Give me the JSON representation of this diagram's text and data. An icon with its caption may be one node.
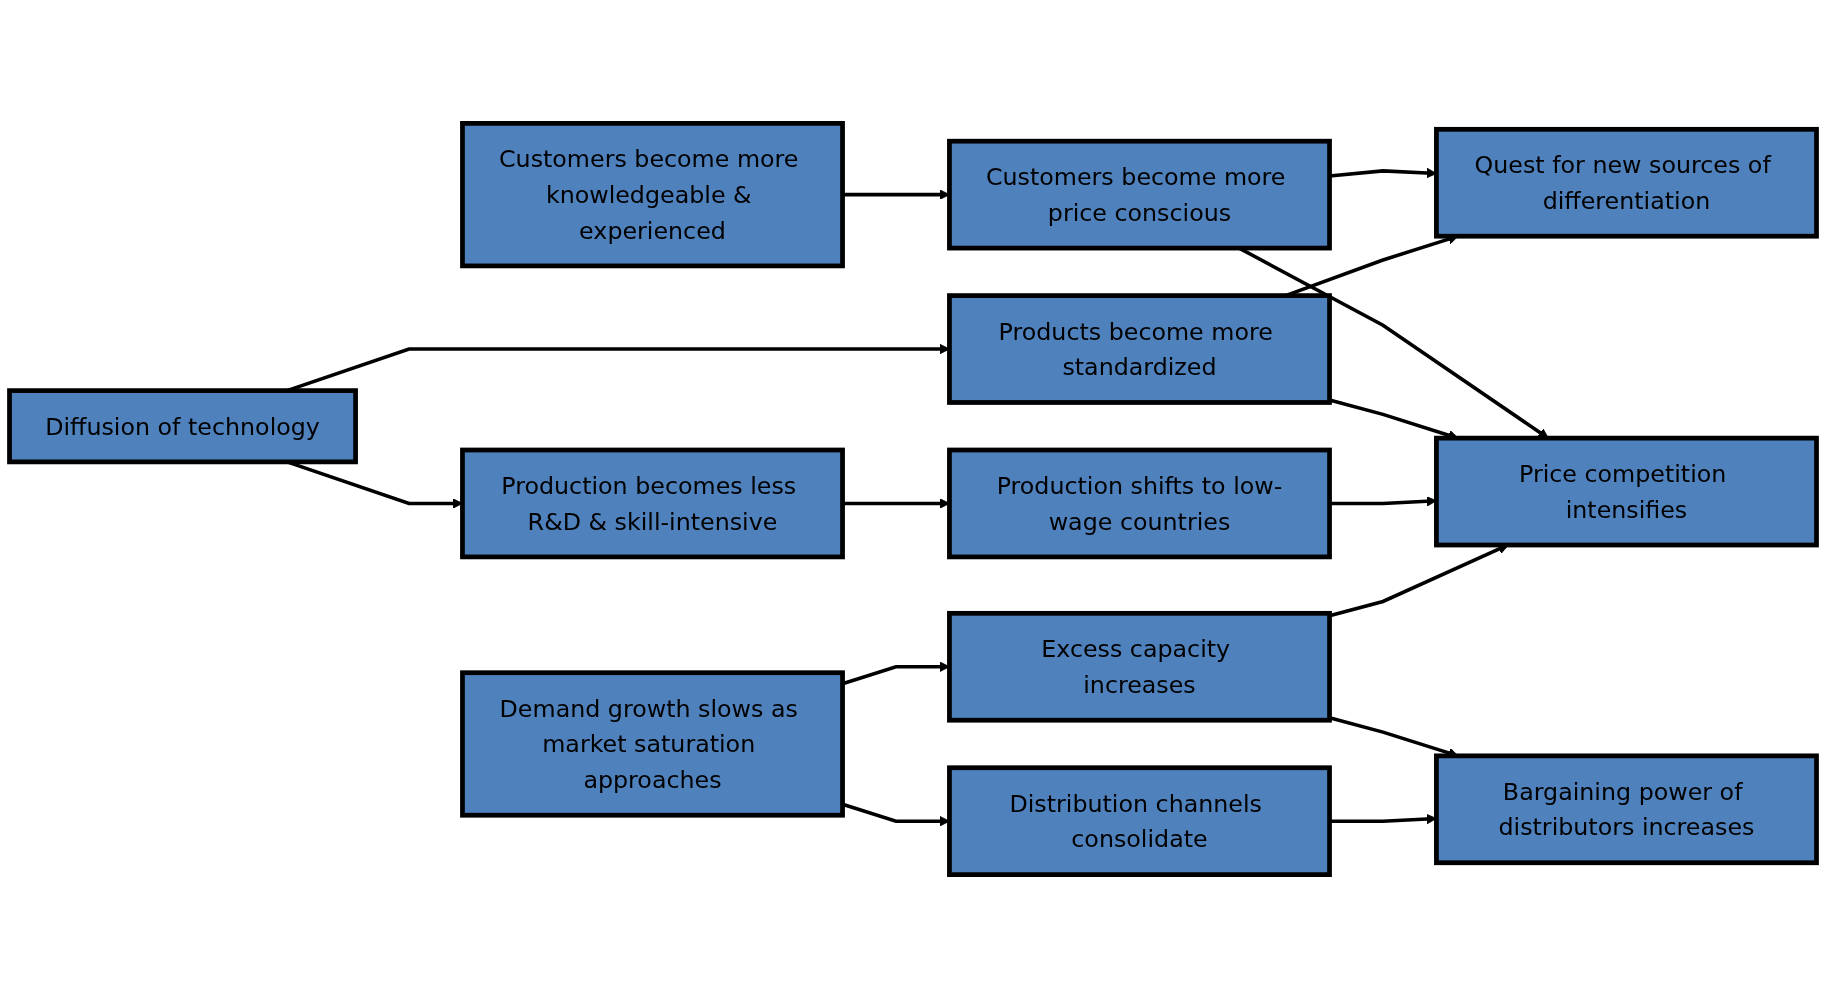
{
  "diagram": {
    "nodes": [
      {
        "text": [
          "Customers become more knowledgeable & experienced"
        ]
      },
      {
        "text": [
          "Diffusion of technology"
        ]
      },
      {
        "text": [
          "Demand growth slows as market saturation approaches"
        ]
      },
      {
        "text": [
          "Customers become more price conscious"
        ]
      },
      {
        "text": [
          "Products become more standardized"
        ]
      },
      {
        "text": [
          "Production becomes less R&D & skill-intensive"
        ]
      },
      {
        "text": [
          "Production shifts to low-wage countries"
        ]
      },
      {
        "text": [
          "Excess capacity increases"
        ]
      },
      {
        "text": [
          "Distribution channels consolidate"
        ]
      },
      {
        "text": [
          "Quest for new sources of differentiation"
        ]
      },
      {
        "text": [
          "Price competition intensifies"
        ]
      },
      {
        "text": [
          "Bargaining power of distributors increases"
        ]
      }
    ],
    "edges": [
      {
        "from": 0,
        "to": 3,
        "arrow": "to"
      },
      {
        "from": 3,
        "to": 9,
        "arrow": "to"
      },
      {
        "from": 3,
        "to": 10,
        "arrow": "to"
      },
      {
        "from": 1,
        "to": 4,
        "arrow": "to"
      },
      {
        "from": 1,
        "to": 5,
        "arrow": "to"
      },
      {
        "from": 4,
        "to": 9,
        "arrow": "to"
      },
      {
        "from": 4,
        "to": 10,
        "arrow": "to"
      },
      {
        "from": 5,
        "to": 6,
        "arrow": "to"
      },
      {
        "from": 6,
        "to": 10,
        "arrow": "to"
      },
      {
        "from": 2,
        "to": 7,
        "arrow": "to"
      },
      {
        "from": 2,
        "to": 8,
        "arrow": "to"
      },
      {
        "from": 7,
        "to": 10,
        "arrow": "to"
      },
      {
        "from": 7,
        "to": 11,
        "arrow": "to"
      },
      {
        "from": 8,
        "to": 11,
        "arrow": "to"
      }
    ]
  }
}
